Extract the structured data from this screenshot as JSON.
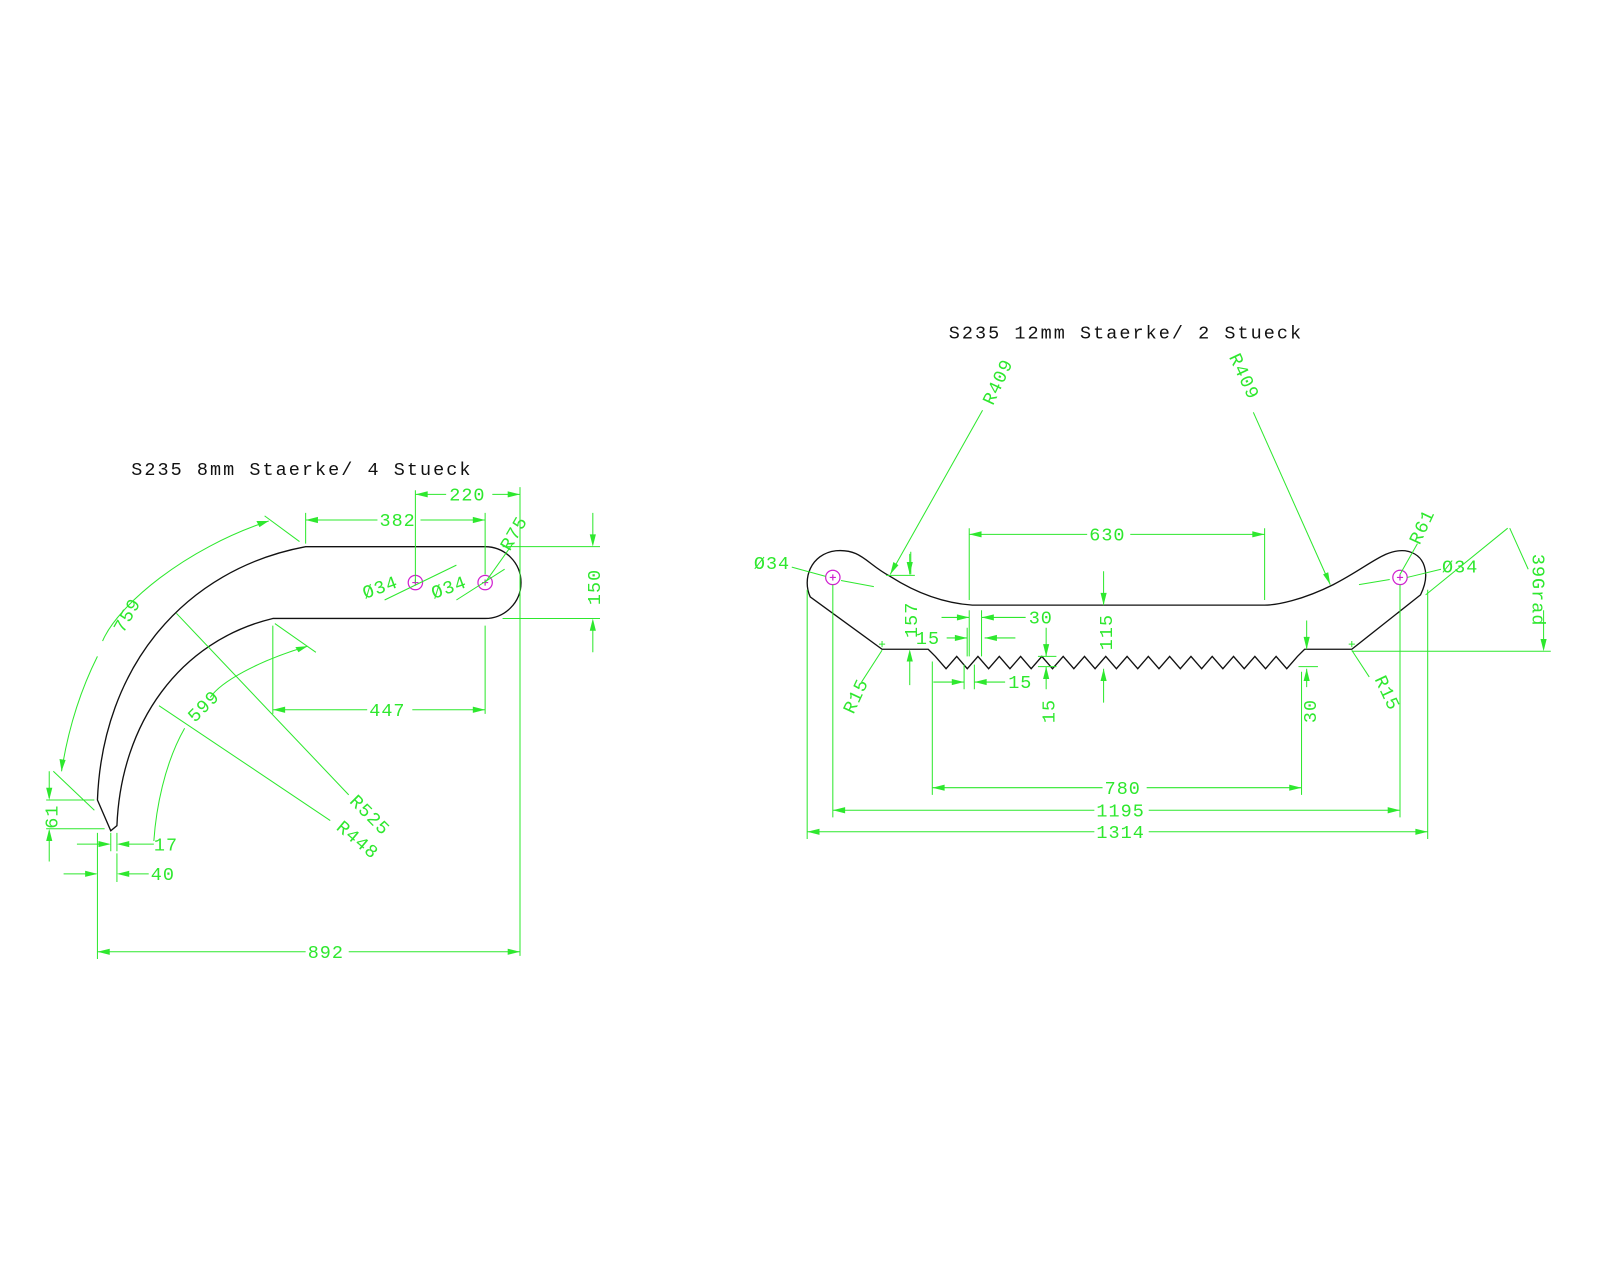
{
  "colors": {
    "dimension": "#2ee82e",
    "outline": "#111111",
    "hole": "#d020d0"
  },
  "left_part": {
    "title": "S235 8mm Staerke/ 4 Stueck",
    "dims": {
      "d220": "220",
      "d382": "382",
      "r75": "R75",
      "d150": "150",
      "hole1": "Ø34",
      "hole2": "Ø34",
      "arc759": "759",
      "arc599": "599",
      "d447": "447",
      "r525": "R525",
      "r448": "R448",
      "d61": "61",
      "d17": "17",
      "d40": "40",
      "d892": "892"
    }
  },
  "right_part": {
    "title": "S235 12mm Staerke/ 2 Stueck",
    "dims": {
      "r409_left": "R409",
      "r409_right": "R409",
      "d630": "630",
      "r61": "R61",
      "hole_left": "Ø34",
      "hole_right": "Ø34",
      "angle": "39Grad",
      "d157": "157",
      "d115": "115",
      "d15_a": "15",
      "d30_a": "30",
      "d15_b": "15",
      "d15_c": "15",
      "d30_b": "30",
      "r15_left": "R15",
      "r15_right": "R15",
      "d780": "780",
      "d1195": "1195",
      "d1314": "1314"
    }
  }
}
